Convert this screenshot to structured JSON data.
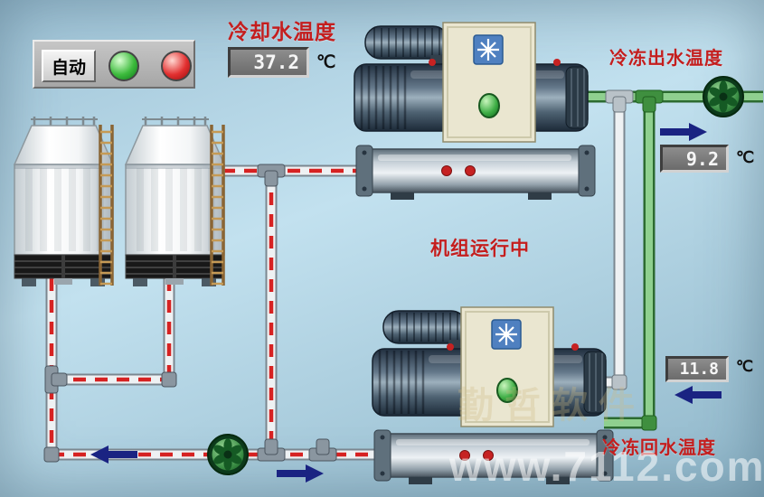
{
  "panel": {
    "auto_label": "自动"
  },
  "labels": {
    "cooling_water_temp": "冷却水温度",
    "chilled_outlet_temp": "冷冻出水温度",
    "chilled_return_temp": "冷冻回水温度",
    "unit_running_status": "机组运行中"
  },
  "readings": {
    "cooling_water_temp": {
      "value": "37.2",
      "unit": "℃"
    },
    "chilled_outlet_temp": {
      "value": "9.2",
      "unit": "℃"
    },
    "chilled_return_temp": {
      "value": "11.8",
      "unit": "℃"
    }
  },
  "watermark": {
    "site": "www.7112.com",
    "brand": "勤哲软件"
  },
  "colors": {
    "background": "#a9cfe1",
    "label_red": "#c41e1e",
    "pipe_red_dash": "#d62222",
    "pipe_green": "#3f8f3f",
    "arrow_navy": "#1a2382",
    "indicator_green": "#3dbb3d",
    "indicator_red": "#e23030"
  }
}
